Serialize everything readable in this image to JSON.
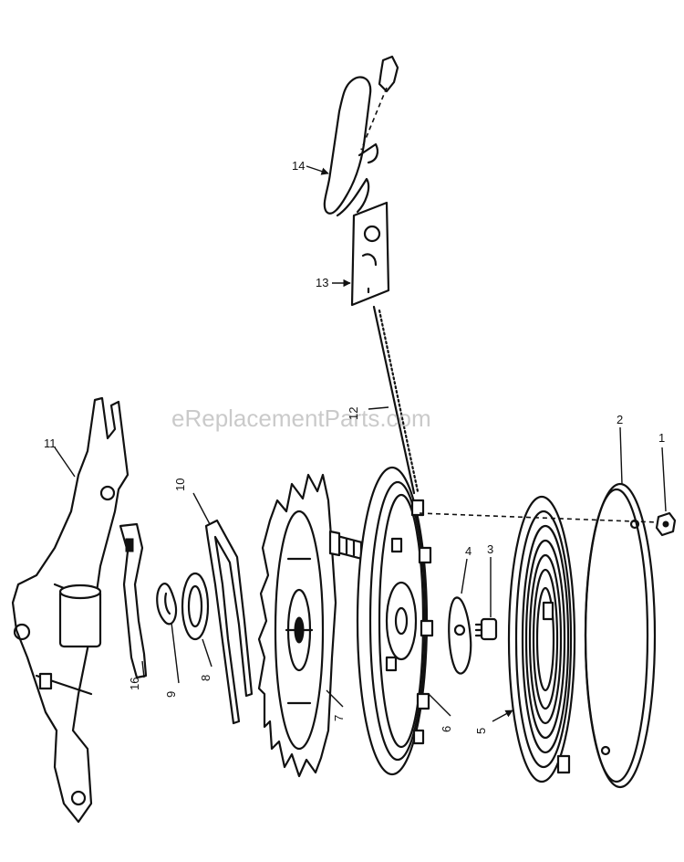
{
  "watermark": "eReplacementParts.com",
  "callouts": {
    "p1": "1",
    "p2": "2",
    "p3": "3",
    "p4": "4",
    "p5": "5",
    "p6": "6",
    "p7": "7",
    "p8": "8",
    "p9": "9",
    "p10": "10",
    "p11": "11",
    "p12": "12",
    "p13": "13",
    "p14": "14",
    "p16": "16"
  }
}
